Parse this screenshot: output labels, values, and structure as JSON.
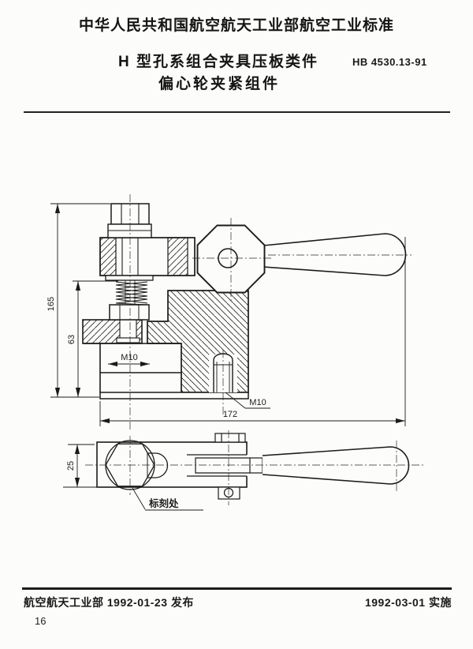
{
  "header": {
    "authority": "中华人民共和国航空航天工业部航空工业标准",
    "title1": "H 型孔系组合夹具压板类件",
    "title2": "偏心轮夹紧组件",
    "std_no": "HB 4530.13-91"
  },
  "drawing": {
    "dim_overall_height": "165",
    "dim_inner_height": "63",
    "dim_overall_length": "172",
    "dim_body_width": "25",
    "thread_slot": "M10",
    "thread_stud": "M10",
    "marking_note": "标刻处"
  },
  "footer": {
    "issued": "航空航天工业部 1992-01-23 发布",
    "effective": "1992-03-01 实施",
    "page": "16"
  },
  "colors": {
    "ink": "#1b1b1b",
    "paper": "#fcfcfa"
  }
}
